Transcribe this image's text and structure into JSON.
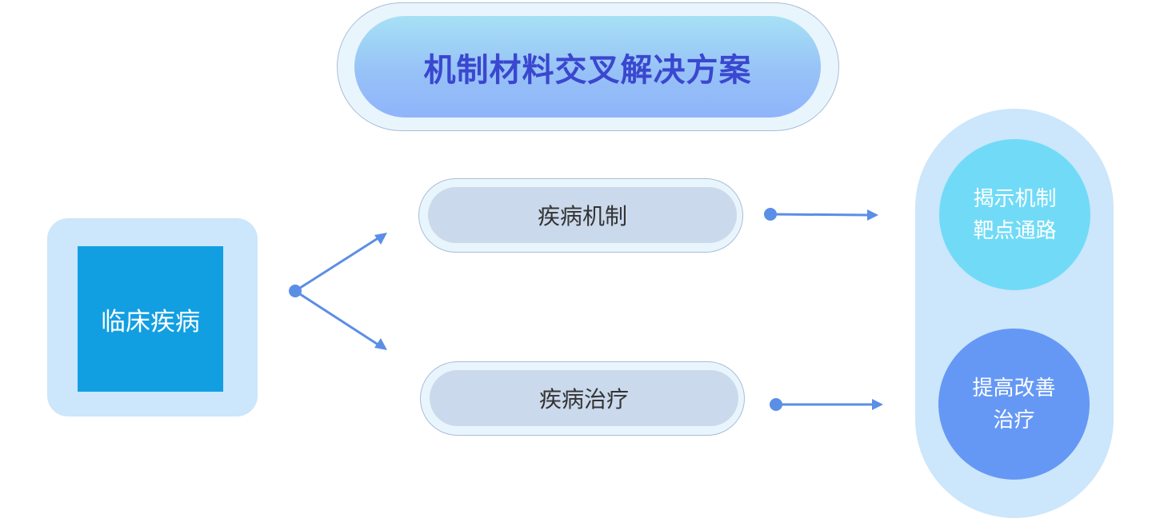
{
  "title": "机制材料交叉解决方案",
  "clinical": "临床疾病",
  "pills": {
    "mechanism": "疾病机制",
    "treatment": "疾病治疗"
  },
  "outcomes": {
    "top_line1": "揭示机制",
    "top_line2": "靶点通路",
    "bottom_line1": "提高改善",
    "bottom_line2": "治疗"
  },
  "colors": {
    "connector": "#5b8ee6",
    "title_text": "#3a47cf",
    "clinical_fill": "#129fe2"
  }
}
